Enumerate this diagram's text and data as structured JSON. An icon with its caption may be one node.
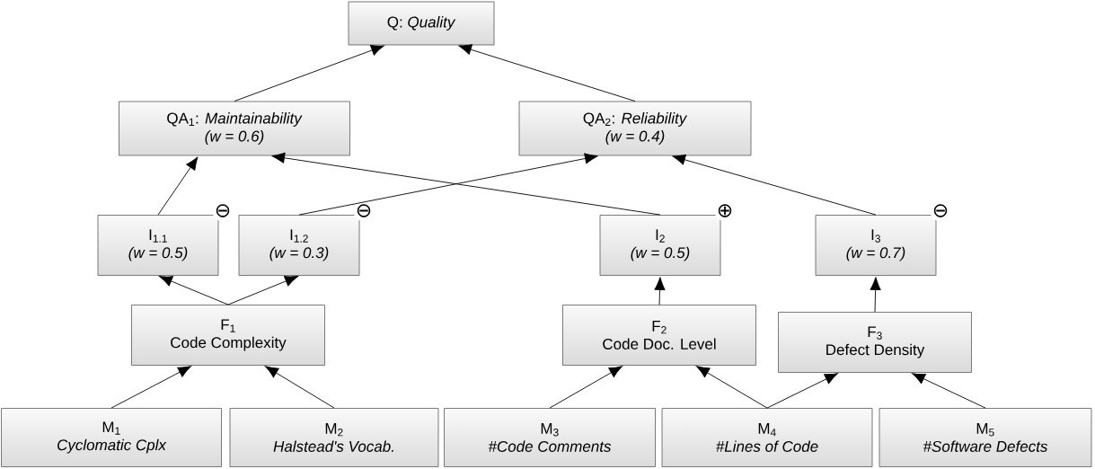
{
  "diagram": {
    "nodes": [
      {
        "text": [
          "Q: *Quality*"
        ]
      },
      {
        "text": [
          "QA$_{1}$: *Maintainability*",
          "(w = 0.6)"
        ]
      },
      {
        "text": [
          "QA$_{2}$: *Reliability*",
          "(w = 0.4)"
        ]
      },
      {
        "text": [
          "I$_{1.1}$",
          "(w = 0.5)"
        ],
        "beside": [
          "⊖"
        ]
      },
      {
        "text": [
          "I$_{1.2}$",
          "(w = 0.3)"
        ],
        "beside": [
          "⊖"
        ]
      },
      {
        "text": [
          "I$_{2}$",
          "(w = 0.5)"
        ],
        "beside": [
          "⊕"
        ]
      },
      {
        "text": [
          "I$_{3}$",
          "(w = 0.7)"
        ],
        "beside": [
          "⊖"
        ]
      },
      {
        "text": [
          "F$_{1}$",
          "Code Complexity"
        ]
      },
      {
        "text": [
          "F$_{2}$",
          "Code Doc. Level"
        ]
      },
      {
        "text": [
          "F$_{3}$",
          "Defect Density"
        ]
      },
      {
        "text": [
          "M$_{1}$",
          "Cyclomatic Cplx"
        ]
      },
      {
        "text": [
          "M$_{2}$",
          "Halstead's Vocab."
        ]
      },
      {
        "text": [
          "M$_{3}$",
          "#Code Comments"
        ]
      },
      {
        "text": [
          "M$_{4}$",
          "#Lines of Code"
        ]
      },
      {
        "text": [
          "M$_{5}$",
          "#Software Defects"
        ]
      }
    ],
    "edges": [
      {
        "from": 1,
        "to": 0,
        "arrow": "to"
      },
      {
        "from": 2,
        "to": 0,
        "arrow": "to"
      },
      {
        "from": 3,
        "to": 1,
        "arrow": "to"
      },
      {
        "from": 5,
        "to": 1,
        "arrow": "to"
      },
      {
        "from": 4,
        "to": 2,
        "arrow": "to"
      },
      {
        "from": 6,
        "to": 2,
        "arrow": "to"
      },
      {
        "from": 7,
        "to": 3,
        "arrow": "to"
      },
      {
        "from": 7,
        "to": 4,
        "arrow": "to"
      },
      {
        "from": 8,
        "to": 5,
        "arrow": "to"
      },
      {
        "from": 9,
        "to": 6,
        "arrow": "to"
      },
      {
        "from": 10,
        "to": 7,
        "arrow": "to"
      },
      {
        "from": 11,
        "to": 7,
        "arrow": "to"
      },
      {
        "from": 12,
        "to": 8,
        "arrow": "to"
      },
      {
        "from": 13,
        "to": 8,
        "arrow": "to"
      },
      {
        "from": 13,
        "to": 9,
        "arrow": "to"
      },
      {
        "from": 14,
        "to": 9,
        "arrow": "to"
      }
    ]
  }
}
